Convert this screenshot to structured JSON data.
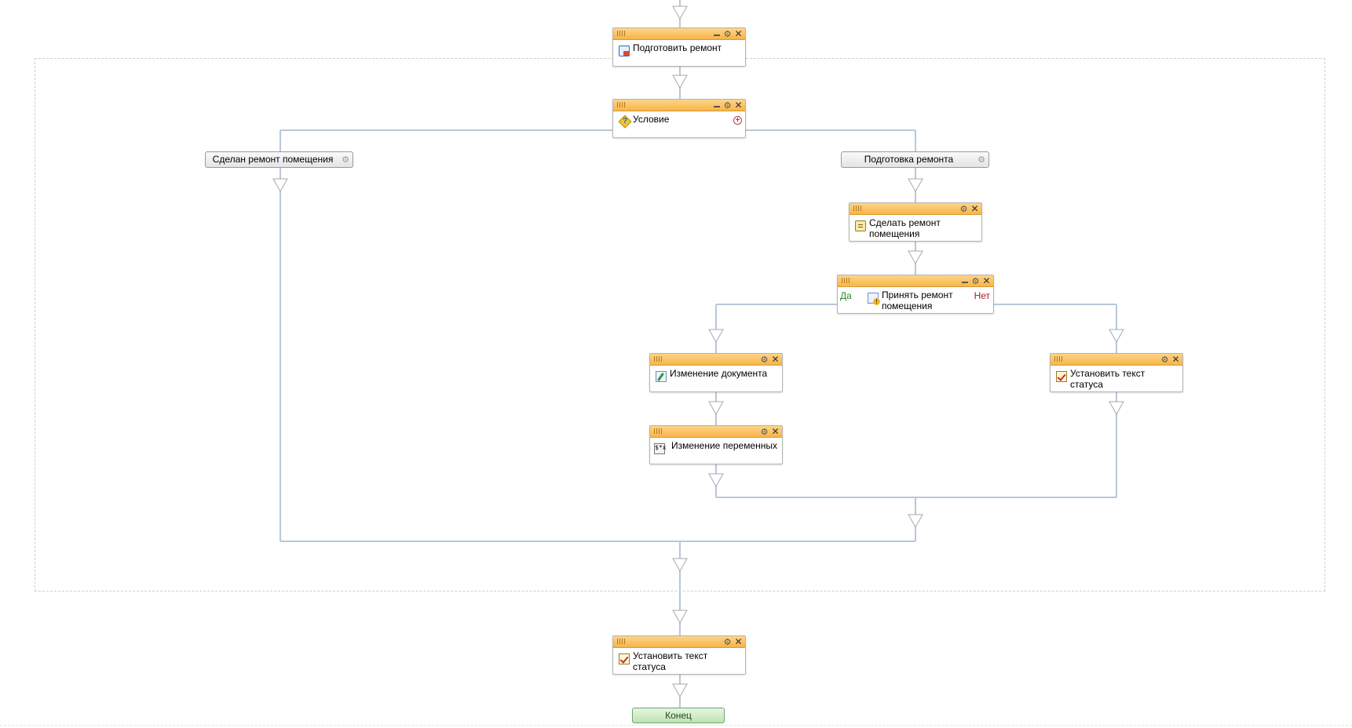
{
  "colors": {
    "connector": "#b8c7dc",
    "header": "#f6b54a",
    "yes": "#2f8a2f",
    "no": "#9b1c1c",
    "end": "#bfe2b4"
  },
  "activities": {
    "prepare_repair": {
      "label": "Подготовить ремонт",
      "icon": "document-edit-icon"
    },
    "condition": {
      "label": "Условие",
      "icon": "condition-icon"
    },
    "do_repair": {
      "label": "Сделать ремонт помещения",
      "icon": "task-icon"
    },
    "accept_repair": {
      "label": "Принять ремонт помещения",
      "icon": "approval-icon",
      "yes_label": "Да",
      "no_label": "Нет"
    },
    "change_document": {
      "label": "Изменение документа",
      "icon": "edit-document-icon"
    },
    "change_variables": {
      "label": "Изменение переменных",
      "icon": "variables-icon",
      "icon_text": "$*x"
    },
    "set_status_right": {
      "label": "Установить текст статуса",
      "icon": "checkmark-icon"
    },
    "set_status_final": {
      "label": "Установить текст статуса",
      "icon": "checkmark-icon"
    }
  },
  "branches": {
    "left": {
      "label": "Сделан ремонт помещения"
    },
    "right": {
      "label": "Подготовка ремонта"
    }
  },
  "end": {
    "label": "Конец"
  },
  "header_buttons": {
    "gear": "⚙",
    "close": "✕",
    "plus": "+"
  }
}
